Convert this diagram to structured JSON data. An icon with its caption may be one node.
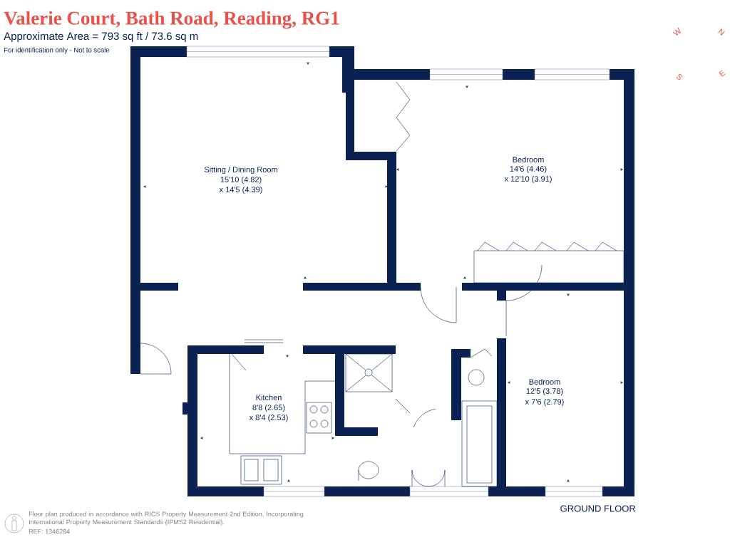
{
  "diagram": {
    "title": "Valerie Court, Bath Road, Reading, RG1",
    "labels": [
      "Approximate Area = 793 sq ft / 73.6 sq m",
      "For identification only - Not to scale",
      "W",
      "N",
      "E",
      "S",
      "Sitting / Dining Room",
      "15'10 (4.82)",
      "x 14'5 (4.39)",
      "Bedroom",
      "14'6 (4.46)",
      "x 12'10 (3.91)",
      "Kitchen",
      "8'8 (2.65)",
      "x 8'4 (2.53)",
      "Bedroom",
      "12'5 (3.78)",
      "x 7'6 (2.79)",
      "GROUND FLOOR",
      "Floor plan produced in accordance with RICS Property Measurement 2nd Edition, Incorporating International Property Measurement Standards (IPMS2 Residential).",
      "REF: 1346284"
    ]
  }
}
